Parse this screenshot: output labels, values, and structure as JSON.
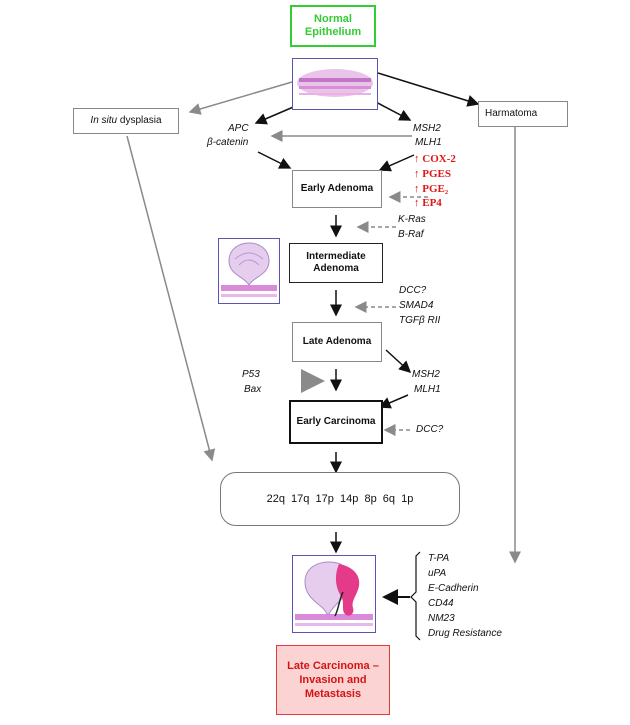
{
  "nodes": {
    "normal": "Normal Epithelium",
    "dysplasia_a": "In situ",
    "dysplasia_b": " dysplasia",
    "hamartoma": "Harmatoma",
    "early_adenoma": "Early Adenoma",
    "intermediate_adenoma": "Intermediate Adenoma",
    "late_adenoma": "Late Adenoma",
    "early_carcinoma": "Early Carcinoma",
    "chromosomes": "22q  17q  17p  14p  8p  6q  1p",
    "late_carcinoma": "Late Carcinoma – Invasion and Metastasis"
  },
  "labels": {
    "apc": "APC",
    "beta_catenin": "β-catenin",
    "msh2_top": "MSH2",
    "mlh1_top": "MLH1",
    "cox2": "COX-2",
    "pges": "PGES",
    "pge2": "PGE₂",
    "ep4": "EP4",
    "kras": "K-Ras",
    "braf": "B-Raf",
    "dcc1": "DCC?",
    "smad4": "SMAD4",
    "tgfb": "TGFβ RII",
    "p53": "P53",
    "bax": "Bax",
    "msh2_mid": "MSH2",
    "mlh1_mid": "MLH1",
    "dcc2": "DCC?",
    "tpa": "T-PA",
    "upa": "uPA",
    "ecad": "E-Cadherin",
    "cd44": "CD44",
    "nm23": "NM23",
    "drug": "Drug Resistance"
  },
  "colors": {
    "green": "#33cc33",
    "red_text": "#e01818",
    "late_fill": "#fbd3d3",
    "late_border": "#e03a3a",
    "pic_border": "#5a55b0"
  },
  "icons": {
    "up_arrow": "↑"
  }
}
